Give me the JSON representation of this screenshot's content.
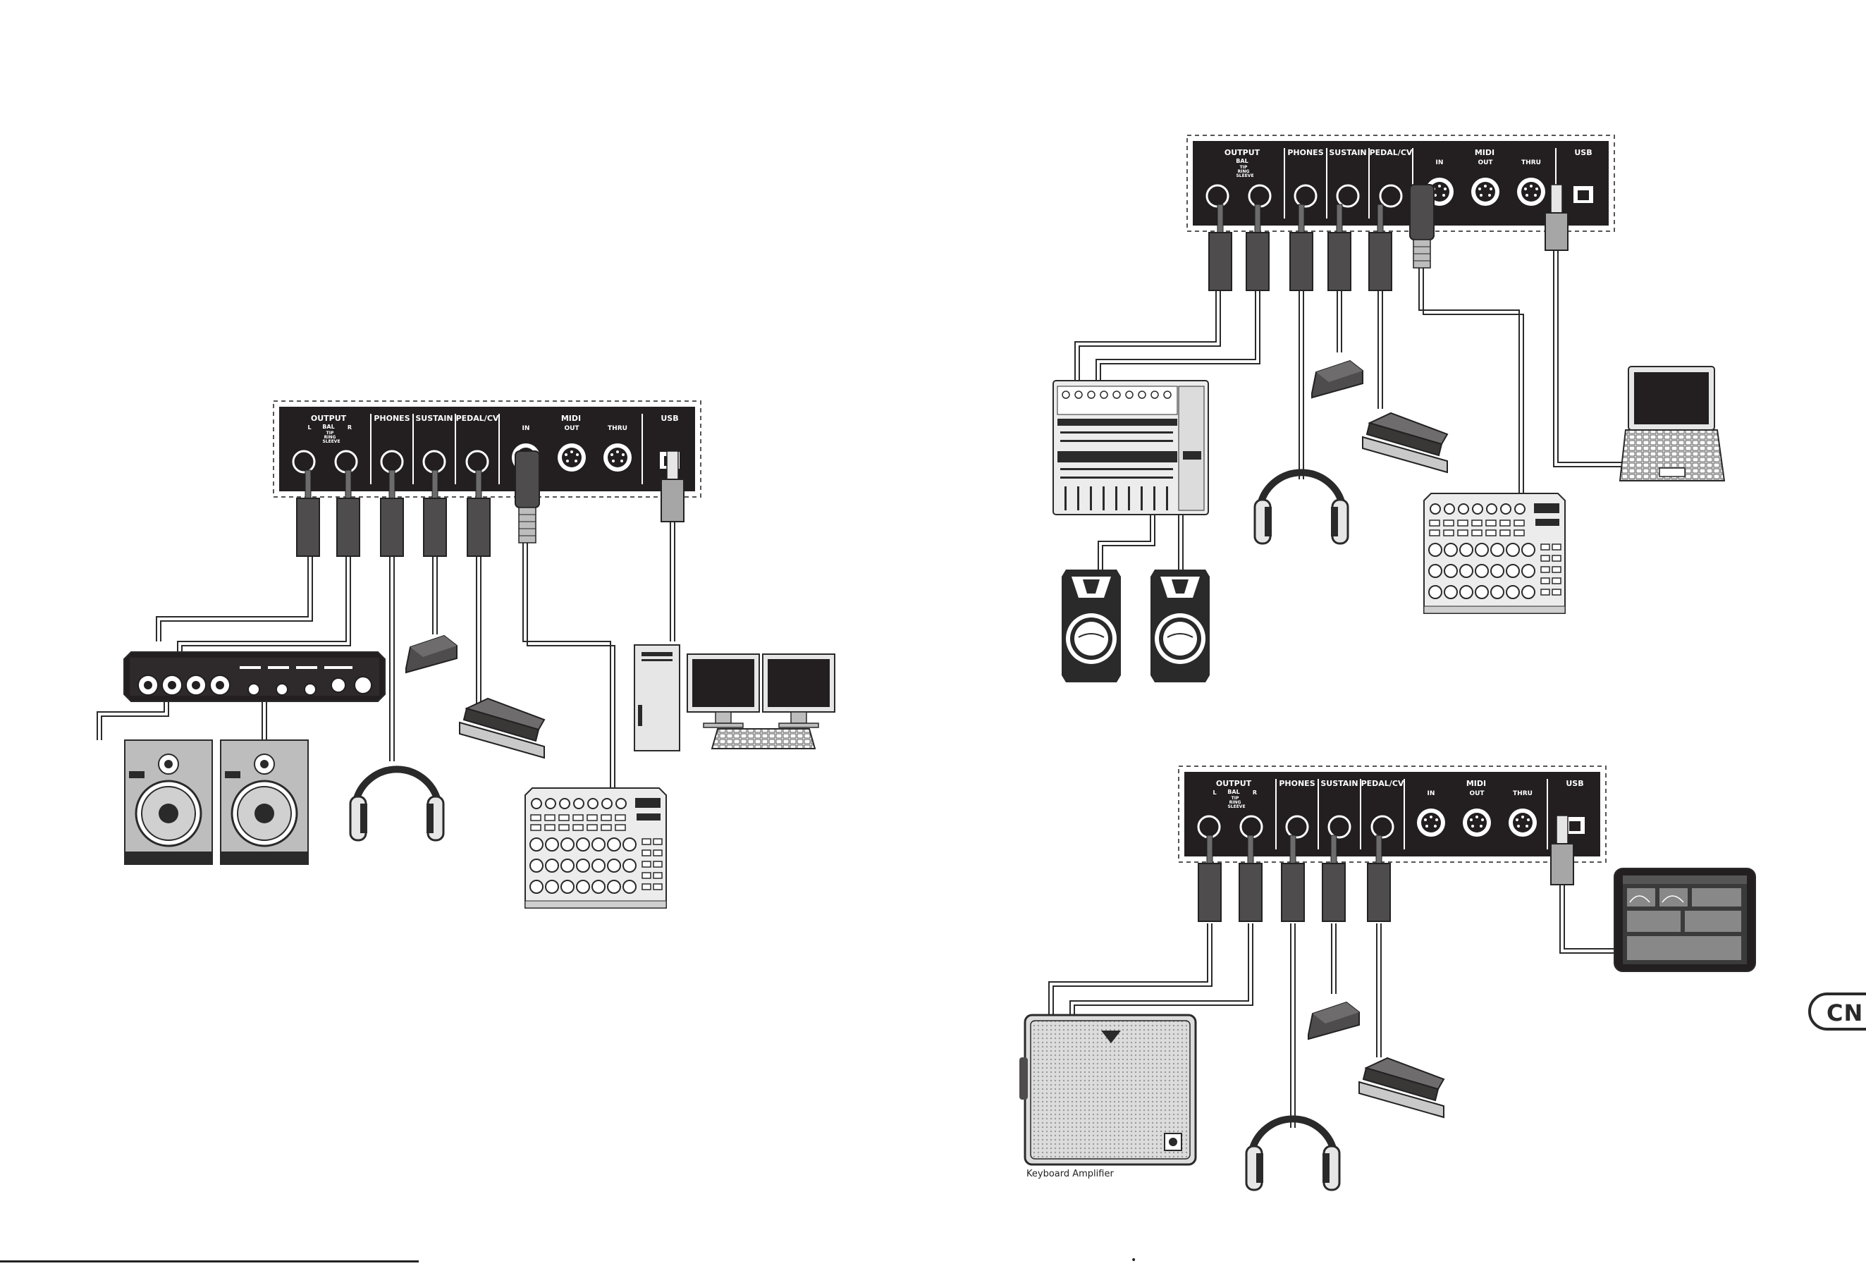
{
  "panel_labels": {
    "output": "OUTPUT",
    "left": "L",
    "right": "R",
    "bal": "BAL",
    "tip": "TIP",
    "ring": "RING",
    "sleeve": "SLEEVE",
    "phones": "PHONES",
    "sustain": "SUSTAIN",
    "pedal_cv": "PEDAL/CV",
    "midi": "MIDI",
    "midi_in": "IN",
    "midi_out": "OUT",
    "midi_thru": "THRU",
    "usb": "USB"
  },
  "language_tab": "CN",
  "amp_caption": "Keyboard Amplifier",
  "colors": {
    "panel": "#231f20",
    "plug": "#4f4c4d",
    "usb_plug": "#a6a6a6",
    "device": "#e6e6e6",
    "outline": "#2a2a2a",
    "dashed": "#555555"
  }
}
